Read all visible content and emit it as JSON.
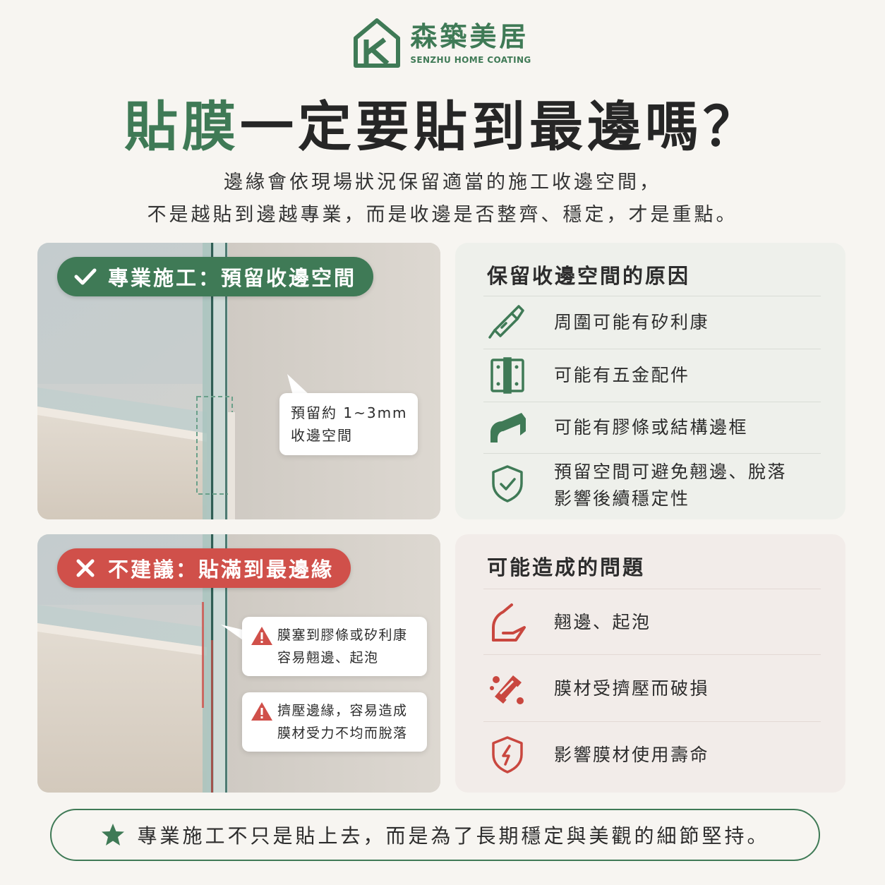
{
  "brand": {
    "name": "森築美居",
    "subtitle": "SENZHU HOME COATING",
    "color": "#3f7a56"
  },
  "headline": {
    "part_green": "貼膜",
    "part_dark": "一定要貼到最邊嗎？"
  },
  "subtitle_lines": [
    "邊緣會依現場狀況保留適當的施工收邊空間，",
    "不是越貼到邊越專業，而是收邊是否整齊、穩定，才是重點。"
  ],
  "good_panel": {
    "label": "專業施工：預留收邊空間",
    "label_icon": "check-icon",
    "note_lines": [
      "預留約 1~3mm",
      "收邊空間"
    ]
  },
  "bad_panel": {
    "label": "不建議：貼滿到最邊緣",
    "label_icon": "cross-icon",
    "warnings": [
      {
        "icon": "warning-icon",
        "lines": [
          "膜塞到膠條或矽利康",
          "容易翹邊、起泡"
        ]
      },
      {
        "icon": "warning-icon",
        "lines": [
          "擠壓邊緣，容易造成",
          "膜材受力不均而脫落"
        ]
      }
    ]
  },
  "reasons_card": {
    "title": "保留收邊空間的原因",
    "items": [
      {
        "icon": "caulk-gun-icon",
        "text": "周圍可能有矽利康"
      },
      {
        "icon": "hinge-icon",
        "text": "可能有五金配件"
      },
      {
        "icon": "seal-strip-icon",
        "text": "可能有膠條或結構邊框"
      },
      {
        "icon": "shield-check-icon",
        "lines": [
          "預留空間可避免翹邊、脫落",
          "影響後續穩定性"
        ]
      }
    ]
  },
  "problems_card": {
    "title": "可能造成的問題",
    "items": [
      {
        "icon": "peeling-edge-icon",
        "text": "翹邊、起泡"
      },
      {
        "icon": "damaged-film-icon",
        "text": "膜材受擠壓而破損"
      },
      {
        "icon": "shield-warning-icon",
        "text": "影響膜材使用壽命"
      }
    ]
  },
  "footer": {
    "icon": "star-icon",
    "text": "專業施工不只是貼上去，而是為了長期穩定與美觀的細節堅持。"
  },
  "colors": {
    "accent_green": "#3f7a56",
    "accent_red": "#d0504a",
    "background": "#f7f5f1"
  }
}
